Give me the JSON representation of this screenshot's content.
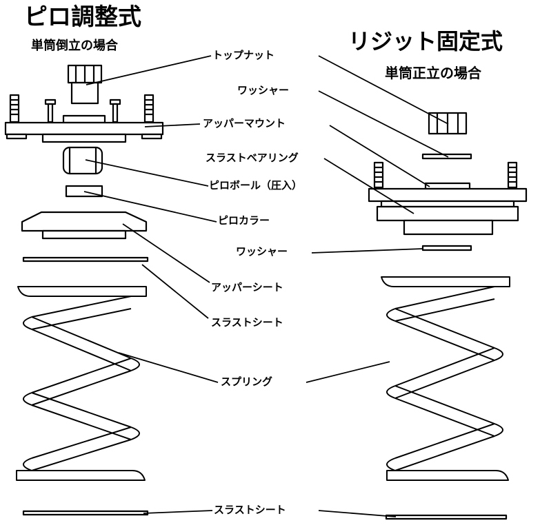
{
  "left": {
    "title": "ピロ調整式",
    "subtitle": "単筒倒立の場合"
  },
  "right": {
    "title": "リジット固定式",
    "subtitle": "単筒正立の場合"
  },
  "labels": {
    "top_nut": "トップナット",
    "washer_upper": "ワッシャー",
    "upper_mount": "アッパーマウント",
    "thrust_bearing": "スラストベアリング",
    "pillow_ball": "ピロボール（圧入）",
    "pillow_collar": "ピロカラー",
    "washer_lower": "ワッシャー",
    "upper_seat": "アッパーシート",
    "thrust_sheet_mid": "スラストシート",
    "spring": "スプリング",
    "thrust_sheet_bottom": "スラストシート"
  }
}
